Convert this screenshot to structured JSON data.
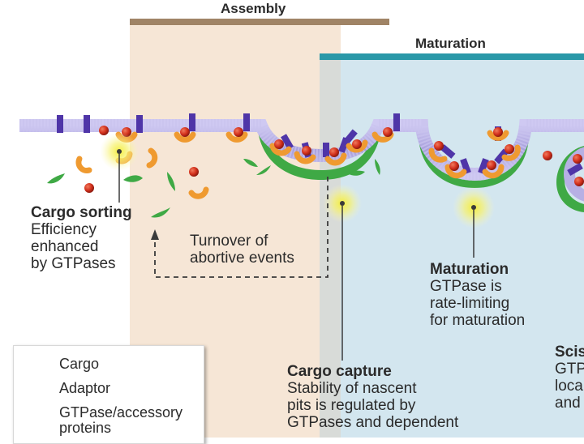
{
  "headers": {
    "assembly": "Assembly",
    "maturation": "Maturation"
  },
  "labels": {
    "cargo_sorting": {
      "title": "Cargo sorting",
      "lines": [
        "Efficiency",
        "enhanced",
        "by GTPases"
      ]
    },
    "turnover": {
      "lines": [
        "Turnover of",
        "abortive events"
      ]
    },
    "maturation": {
      "title": "Maturation",
      "lines": [
        "GTPase is",
        "rate-limiting",
        "for maturation"
      ]
    },
    "cargo_capture": {
      "title": "Cargo capture",
      "lines": [
        "Stability of nascent",
        "pits is regulated by",
        "GTPases and dependent"
      ]
    },
    "scission": {
      "title": "Scis",
      "lines": [
        "GTP",
        "loca",
        "and"
      ]
    }
  },
  "legend": {
    "items": [
      {
        "label": "Cargo"
      },
      {
        "label": "Adaptor"
      },
      {
        "label": "GTPase/accessory",
        "label2": "proteins"
      }
    ]
  },
  "colors": {
    "assembly_band": "#a08466",
    "maturation_band": "#2a98a8",
    "assembly_bg": "#f6e6d6",
    "maturation_bg": "#d3e6ef",
    "membrane": "#b7b0e4",
    "cargo": "#4f35a8",
    "adaptor": "#ef9a30",
    "gtpase": "#d4321e",
    "clathrin": "#3fa945",
    "highlight": "#f7f052"
  }
}
